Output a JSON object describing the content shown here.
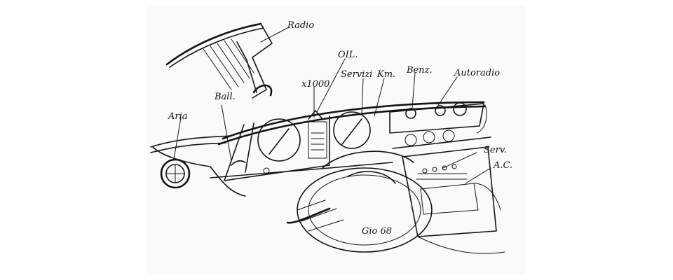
{
  "labels": {
    "radio": "Radio",
    "aria": "Aria",
    "ball": "Ball.",
    "x1000": "x1000",
    "olio": "OIL.",
    "servizi": "Servizi",
    "km": "Km.",
    "benz": "Benz.",
    "autoradio": "Autoradio",
    "serv": "Serv.",
    "ac": "A.C.",
    "signature": "Gio 68"
  },
  "colors": {
    "ink": "#141414",
    "paper": "#fafaf8"
  }
}
